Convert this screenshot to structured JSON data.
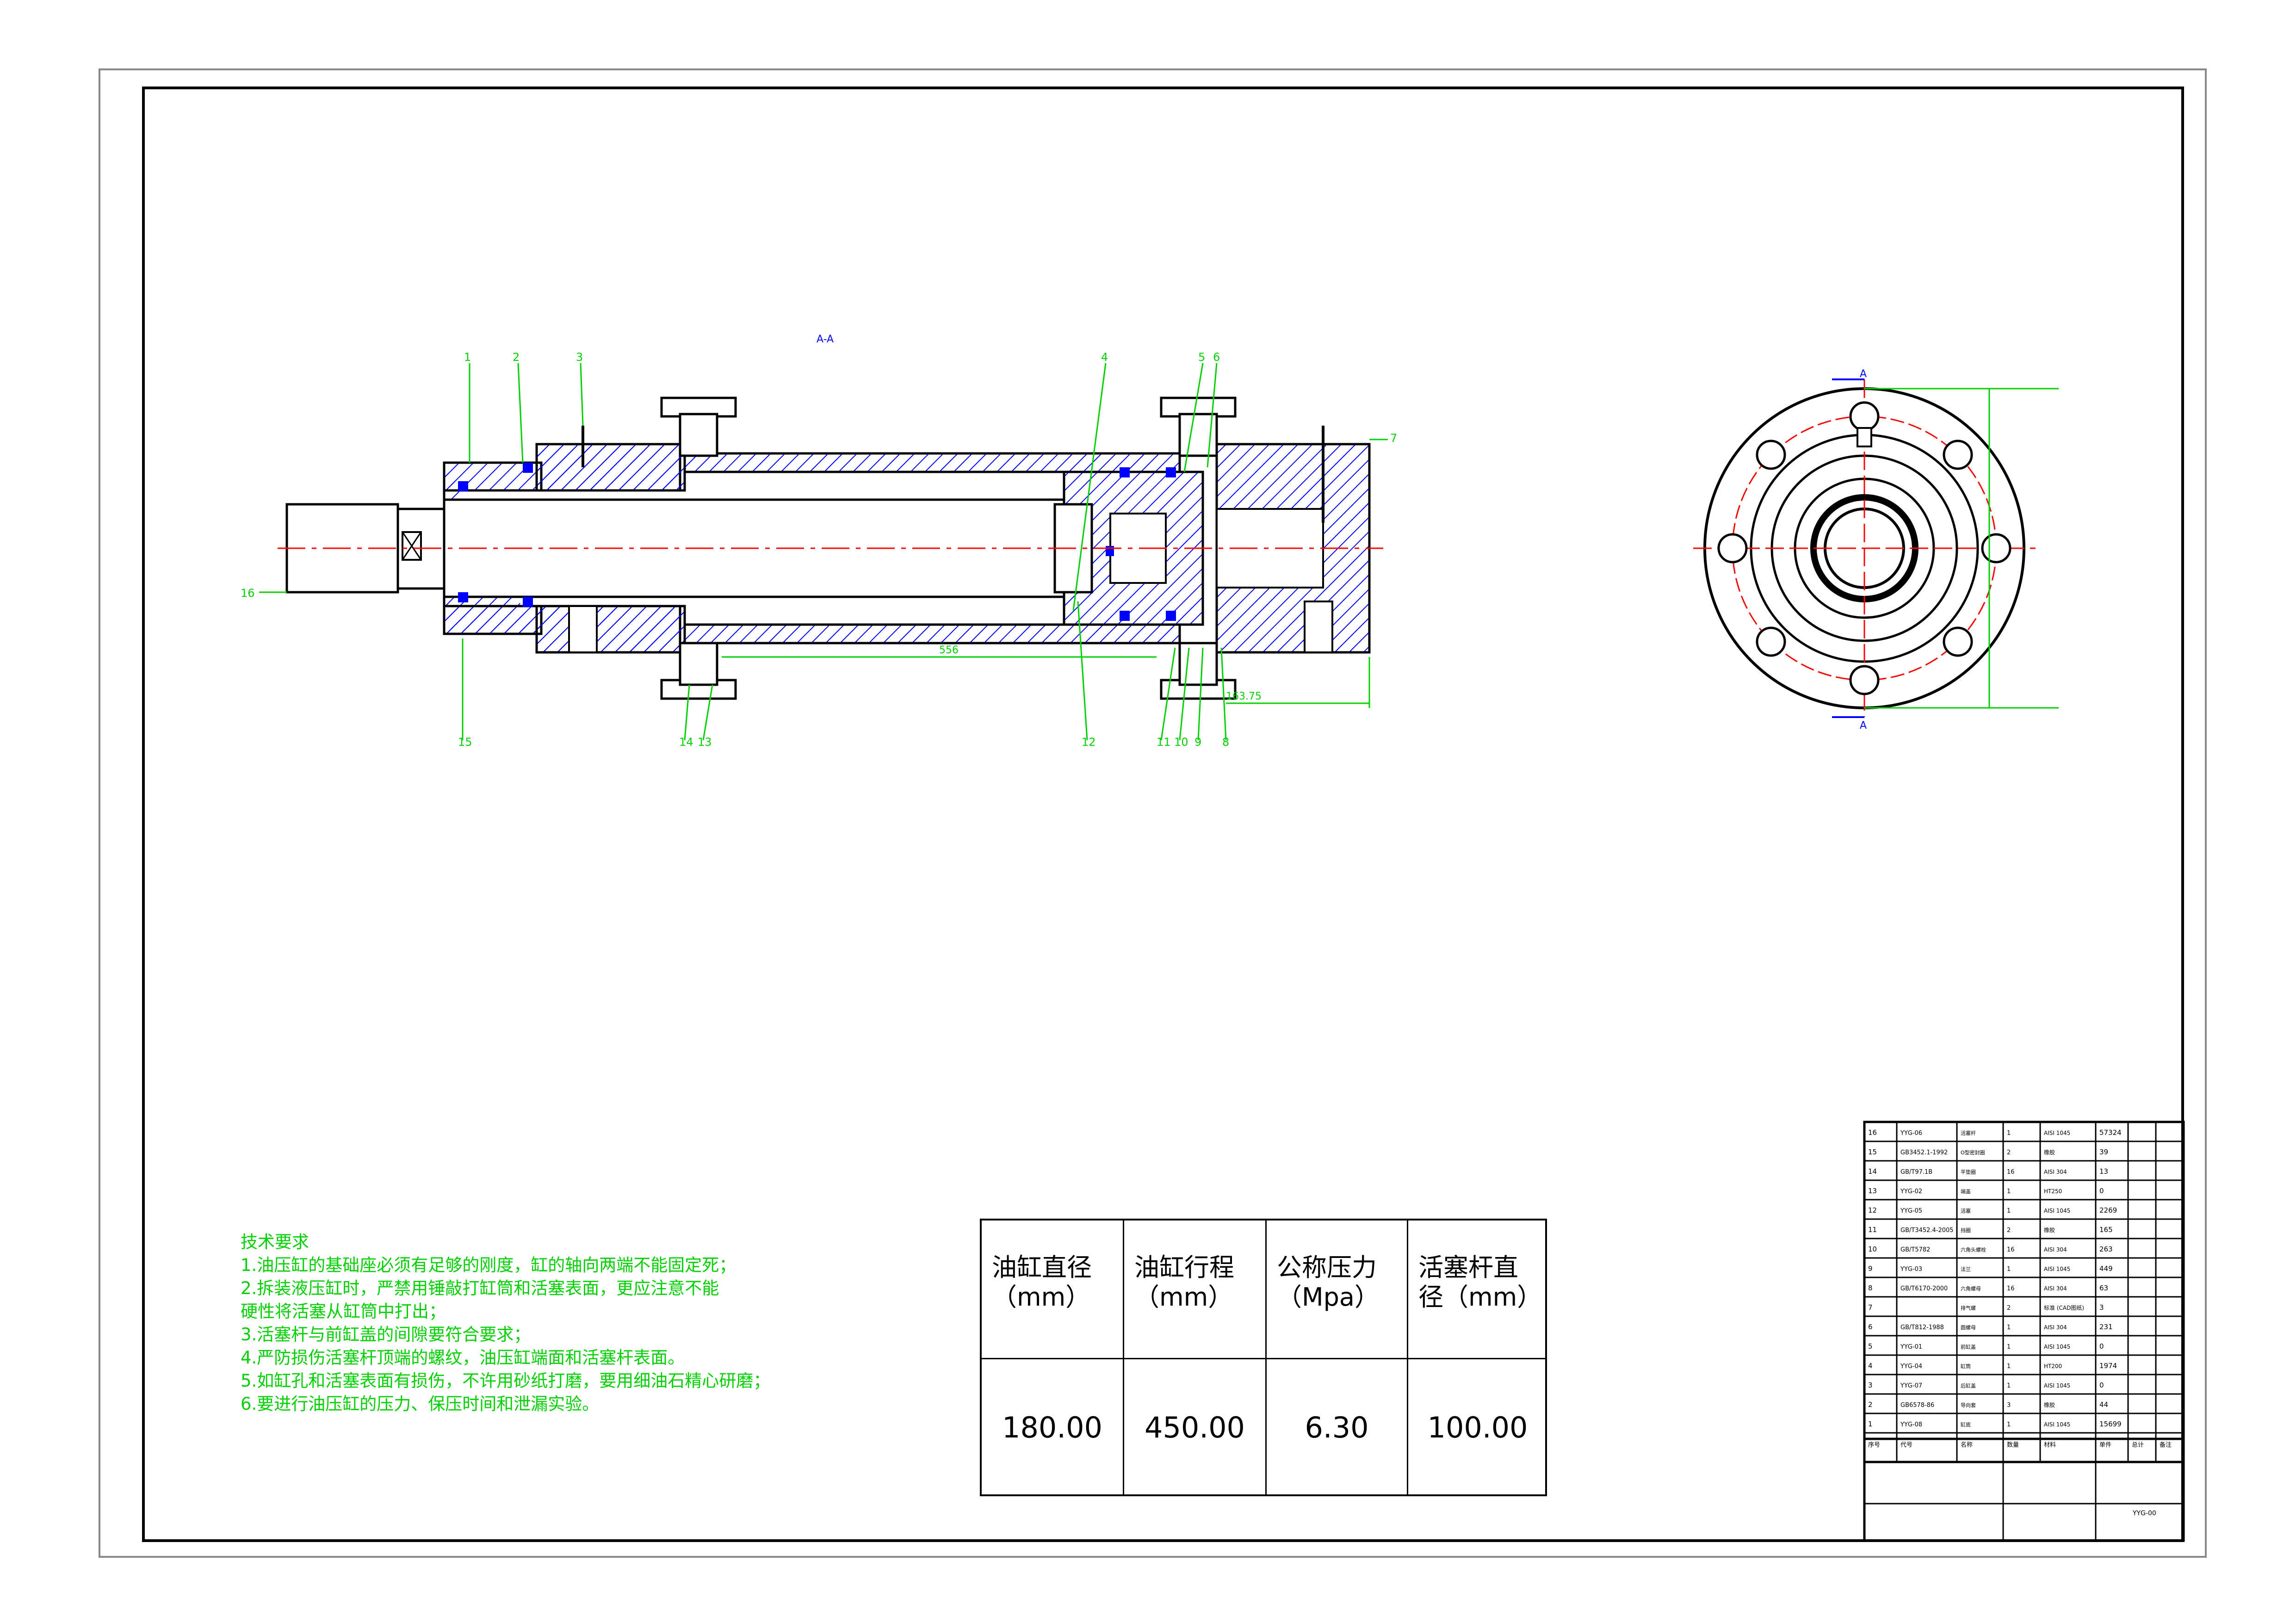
{
  "section_label": "A-A",
  "view_markers": {
    "top": "A",
    "bottom": "A"
  },
  "dimensions": {
    "stroke_length": "556",
    "rear_offset": "163.75"
  },
  "balloons": {
    "top": [
      "1",
      "2",
      "3",
      "4",
      "5",
      "6",
      "7"
    ],
    "bottom": [
      "15",
      "14",
      "13",
      "12",
      "11",
      "10",
      "9",
      "8"
    ],
    "left": "16"
  },
  "colors": {
    "outline": "#000000",
    "hatch": "#0000ff",
    "annotation": "#00d000",
    "centerline": "#ff0000",
    "seal": "#0000ff"
  },
  "tech_requirements": {
    "title": "技术要求",
    "items": [
      "1.油压缸的基础座必须有足够的刚度，缸的轴向两端不能固定死；",
      "2.拆装液压缸时，严禁用锤敲打缸筒和活塞表面，更应注意不能",
      "硬性将活塞从缸筒中打出；",
      "3.活塞杆与前缸盖的间隙要符合要求；",
      "4.严防损伤活塞杆顶端的螺纹，油压缸端面和活塞杆表面。",
      "5.如缸孔和活塞表面有损伤，不许用砂纸打磨，要用细油石精心研磨；",
      "6.要进行油压缸的压力、保压时间和泄漏实验。"
    ]
  },
  "spec_table": [
    {
      "header": "油缸直径\n（mm）",
      "value": "180.00"
    },
    {
      "header": "油缸行程\n（mm）",
      "value": "450.00"
    },
    {
      "header": "公称压力\n（Mpa）",
      "value": "6.30"
    },
    {
      "header": "活塞杆直\n径（mm）",
      "value": "100.00"
    }
  ],
  "bom": [
    {
      "no": "16",
      "code": "YYG-06",
      "name": "活塞杆",
      "qty": "1",
      "material": "AISI 1045",
      "weight": "57324"
    },
    {
      "no": "15",
      "code": "GB3452.1-1992",
      "name": "O型密封圈",
      "qty": "2",
      "material": "橡胶",
      "weight": "39"
    },
    {
      "no": "14",
      "code": "GB/T97.1B",
      "name": "平垫圈",
      "qty": "16",
      "material": "AISI 304",
      "weight": "13"
    },
    {
      "no": "13",
      "code": "YYG-02",
      "name": "端盖",
      "qty": "1",
      "material": "HT250",
      "weight": "0"
    },
    {
      "no": "12",
      "code": "YYG-05",
      "name": "活塞",
      "qty": "1",
      "material": "AISI 1045",
      "weight": "2269"
    },
    {
      "no": "11",
      "code": "GB/T3452.4-2005",
      "name": "挡圈",
      "qty": "2",
      "material": "橡胶",
      "weight": "165"
    },
    {
      "no": "10",
      "code": "GB/T5782",
      "name": "六角头螺栓",
      "qty": "16",
      "material": "AISI 304",
      "weight": "263"
    },
    {
      "no": "9",
      "code": "YYG-03",
      "name": "法兰",
      "qty": "1",
      "material": "AISI 1045",
      "weight": "449"
    },
    {
      "no": "8",
      "code": "GB/T6170-2000",
      "name": "六角螺母",
      "qty": "16",
      "material": "AISI 304",
      "weight": "63"
    },
    {
      "no": "7",
      "code": "",
      "name": "排气螺",
      "qty": "2",
      "material": "标准 (CAD图纸)",
      "weight": "3"
    },
    {
      "no": "6",
      "code": "GB/T812-1988",
      "name": "圆螺母",
      "qty": "1",
      "material": "AISI 304",
      "weight": "231"
    },
    {
      "no": "5",
      "code": "YYG-01",
      "name": "前缸盖",
      "qty": "1",
      "material": "AISI 1045",
      "weight": "0"
    },
    {
      "no": "4",
      "code": "YYG-04",
      "name": "缸筒",
      "qty": "1",
      "material": "HT200",
      "weight": "1974"
    },
    {
      "no": "3",
      "code": "YYG-07",
      "name": "后缸盖",
      "qty": "1",
      "material": "AISI 1045",
      "weight": "0"
    },
    {
      "no": "2",
      "code": "GB6578-86",
      "name": "导向套",
      "qty": "3",
      "material": "橡胶",
      "weight": "44"
    },
    {
      "no": "1",
      "code": "YYG-08",
      "name": "缸底",
      "qty": "1",
      "material": "AISI 1045",
      "weight": "15699"
    }
  ],
  "bom_header": [
    "序号",
    "代号",
    "名称",
    "数量",
    "材料",
    "单件",
    "总计",
    "备注"
  ],
  "title_block": {
    "drawing_no": "YYG-00"
  }
}
